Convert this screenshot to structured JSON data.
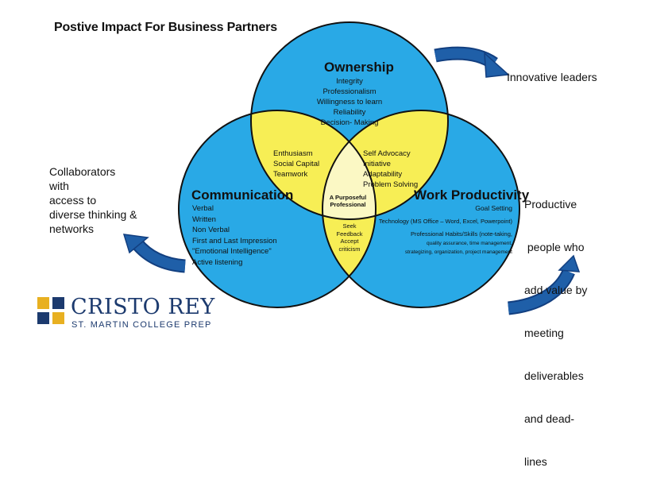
{
  "title": "Postive Impact For Business Partners",
  "circles": {
    "ownership": {
      "heading": "Ownership",
      "items": [
        "Integrity",
        "Professionalism",
        "Willingness to learn",
        "Reliability",
        "Decision- Making"
      ]
    },
    "communication": {
      "heading": "Communication",
      "items": [
        "Verbal",
        "Written",
        "Non Verbal",
        "First and Last Impression",
        "\"Emotional Intelligence\"",
        "Active listening"
      ]
    },
    "work_productivity": {
      "heading": "Work Productivity",
      "items": [
        "Goal Setting",
        "Technology (MS Office – Word, Excel, Powerpoint)",
        "Professional Habits/Skills (note-taking,",
        "quality assurance, time management,",
        "strategizing, organization, project management"
      ]
    }
  },
  "overlaps": {
    "ownership_communication": [
      "Enthusiasm",
      "Social Capital",
      "Teamwork"
    ],
    "ownership_work": [
      "Self Advocacy",
      "Initiative",
      "Adaptability",
      "Problem Solving"
    ],
    "communication_work": [
      "Seek",
      "Feedback",
      "Accept",
      "criticism"
    ],
    "center": [
      "A Purposeful",
      "Professional"
    ]
  },
  "outcomes": {
    "top_right": "Innovative leaders",
    "left": [
      "Collaborators",
      "with",
      "access to",
      "diverse thinking &",
      "networks"
    ],
    "right": [
      "Productive",
      " people who",
      "add value by",
      "meeting",
      "deliverables",
      "and dead-",
      "lines"
    ]
  },
  "logo": {
    "name": "CRISTO REY",
    "subtitle": "ST. MARTIN COLLEGE PREP"
  },
  "colors": {
    "circle_blue": "#29a9e6",
    "overlap_yellow": "#f7ee55",
    "center_light": "#fbf8c4",
    "arrow_blue": "#1f5fa8",
    "logo_navy": "#1c3a6e",
    "logo_gold": "#e8b021"
  }
}
